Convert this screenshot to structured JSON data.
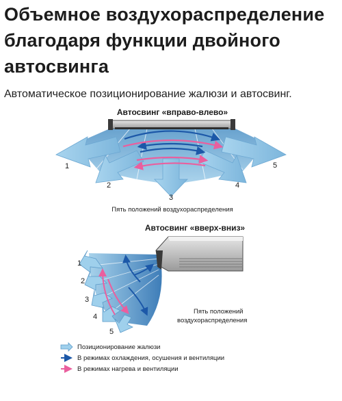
{
  "heading": {
    "line1": "Объемное воздухораспределение",
    "line2": "благодаря функции двойного",
    "line3": "автосвинга"
  },
  "subtitle": "Автоматическое позиционирование жалюзи и автосвинг.",
  "top_diagram": {
    "title": "Автосвинг «вправо-влево»",
    "positions": [
      "1",
      "2",
      "3",
      "4",
      "5"
    ],
    "caption": "Пять положений воздухораспределения"
  },
  "bottom_diagram": {
    "title": "Автосвинг «вверх-вниз»",
    "positions": [
      "1",
      "2",
      "3",
      "4",
      "5"
    ],
    "caption_line1": "Пять положений",
    "caption_line2": "воздухораспределения"
  },
  "legend": [
    {
      "icon": "light-blue-arrow",
      "text": "Позиционирование жалюзи"
    },
    {
      "icon": "blue-arrow",
      "text": "В режимах охлаждения, осушения и вентиляции"
    },
    {
      "icon": "pink-arrow",
      "text": "В режимах нагрева и вентиляции"
    }
  ],
  "colors": {
    "louver_light": "#9ecde8",
    "louver_mid": "#6aa7d0",
    "louver_dark": "#3b79b4",
    "cool_arrow": "#1c58a8",
    "heat_arrow": "#ea5f9e",
    "unit_gray": "#b9b9b9"
  }
}
